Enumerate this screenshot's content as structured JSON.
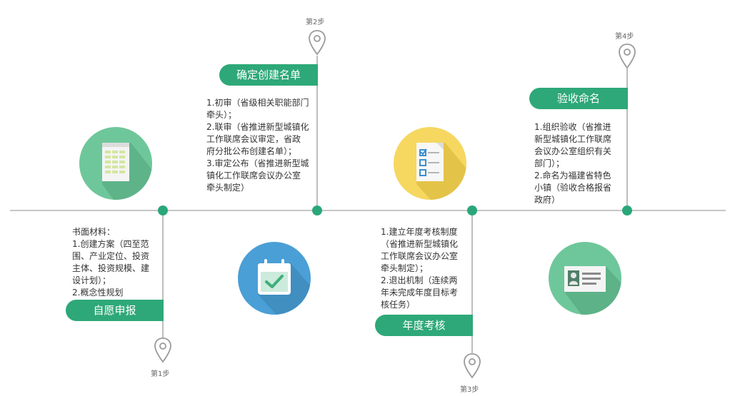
{
  "steps": [
    {
      "step_label": "第1步",
      "title": "自愿申报",
      "lines": [
        "书面材料：",
        "1.创建方案（四至范",
        "围、产业定位、投资",
        "主体、投资规模、建",
        "设计划）；",
        "2.概念性规划"
      ],
      "icon": "spreadsheet-icon",
      "circle_color": "#6ec79a"
    },
    {
      "step_label": "第2步",
      "title": "确定创建名单",
      "lines": [
        "1.初审（省级相关职能部门",
        "牵头）；",
        "2.联审（省推进新型城镇化",
        "工作联席会议审定，省政",
        "府分批公布创建名单）；",
        "3.审定公布（省推进新型城",
        "镇化工作联席会议办公室",
        "牵头制定）"
      ],
      "icon": "calendar-check-icon",
      "circle_color": "#4a9fd6"
    },
    {
      "step_label": "第3步",
      "title": "年度考核",
      "lines": [
        "1.建立年度考核制度",
        "（省推进新型城镇化",
        "工作联席会议办公室",
        "牵头制定）；",
        "2.退出机制（连续两",
        "年未完成年度目标考",
        "核任务）"
      ],
      "icon": "checklist-icon",
      "circle_color": "#f6d760"
    },
    {
      "step_label": "第4步",
      "title": "验收命名",
      "lines": [
        "1.组织验收（省推进",
        "新型城镇化工作联席",
        "会议办公室组织有关",
        "部门）；",
        "2.命名为福建省特色",
        "小镇（验收合格报省",
        "政府）"
      ],
      "icon": "id-card-icon",
      "circle_color": "#6ec79a"
    }
  ],
  "colors": {
    "accent": "#2ea878",
    "line": "#c6c6c6"
  }
}
